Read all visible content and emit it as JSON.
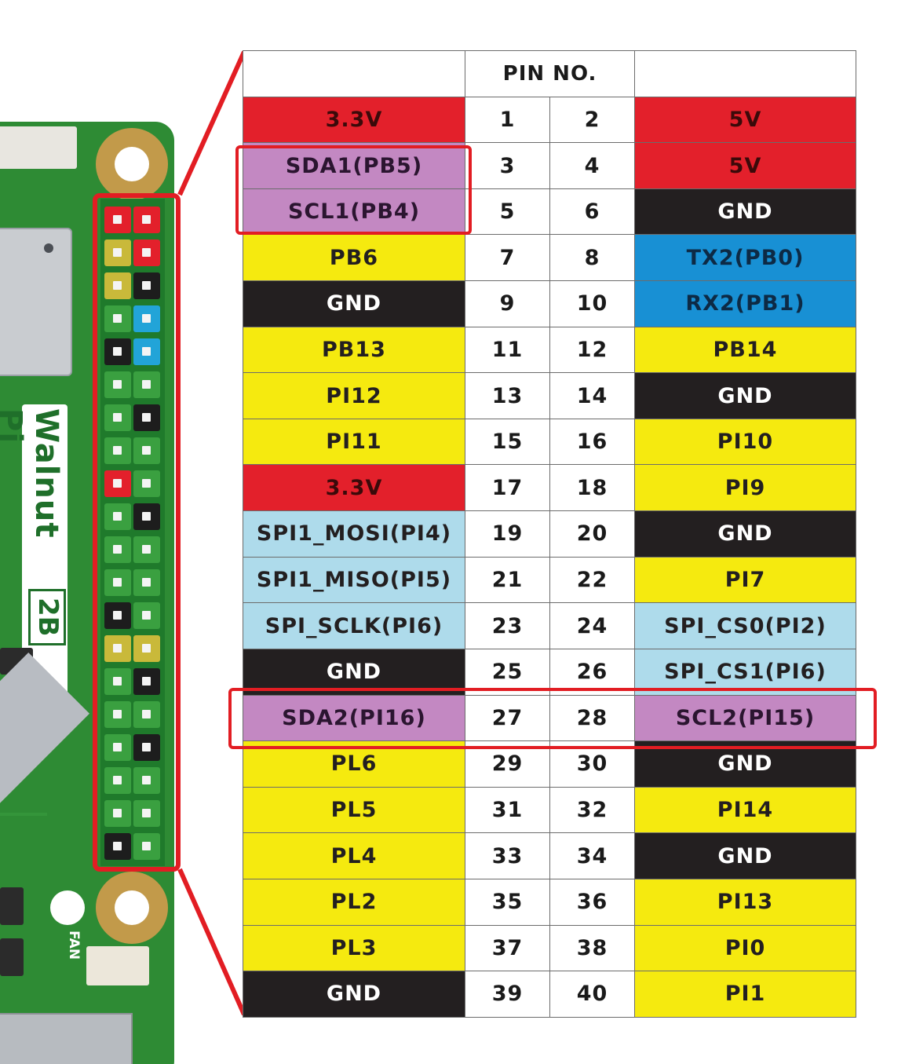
{
  "board": {
    "name": "Walnut Pi",
    "model": "2B",
    "fan_label": "FAN"
  },
  "colors": {
    "power_3v3": "#e3202b",
    "power_5v": "#e3202b",
    "i2c": "#c388c2",
    "ground": "#231f20",
    "gpio": "#f5ea0f",
    "uart": "#1890d4",
    "spi": "#aedbeb",
    "highlight": "#e21d23",
    "board_pcb": "#2e8b34"
  },
  "table": {
    "header_title": "PIN NO.",
    "rows": [
      {
        "left": "3.3V",
        "left_color": "red",
        "pin_left": "1",
        "pin_right": "2",
        "right": "5V",
        "right_color": "red"
      },
      {
        "left": "SDA1(PB5)",
        "left_color": "purple",
        "pin_left": "3",
        "pin_right": "4",
        "right": "5V",
        "right_color": "red"
      },
      {
        "left": "SCL1(PB4)",
        "left_color": "purple",
        "pin_left": "5",
        "pin_right": "6",
        "right": "GND",
        "right_color": "black"
      },
      {
        "left": "PB6",
        "left_color": "yellow",
        "pin_left": "7",
        "pin_right": "8",
        "right": "TX2(PB0)",
        "right_color": "blue"
      },
      {
        "left": "GND",
        "left_color": "black",
        "pin_left": "9",
        "pin_right": "10",
        "right": "RX2(PB1)",
        "right_color": "blue"
      },
      {
        "left": "PB13",
        "left_color": "yellow",
        "pin_left": "11",
        "pin_right": "12",
        "right": "PB14",
        "right_color": "yellow"
      },
      {
        "left": "PI12",
        "left_color": "yellow",
        "pin_left": "13",
        "pin_right": "14",
        "right": "GND",
        "right_color": "black"
      },
      {
        "left": "PI11",
        "left_color": "yellow",
        "pin_left": "15",
        "pin_right": "16",
        "right": "PI10",
        "right_color": "yellow"
      },
      {
        "left": "3.3V",
        "left_color": "red",
        "pin_left": "17",
        "pin_right": "18",
        "right": "PI9",
        "right_color": "yellow"
      },
      {
        "left": "SPI1_MOSI(PI4)",
        "left_color": "lightblue",
        "pin_left": "19",
        "pin_right": "20",
        "right": "GND",
        "right_color": "black"
      },
      {
        "left": "SPI1_MISO(PI5)",
        "left_color": "lightblue",
        "pin_left": "21",
        "pin_right": "22",
        "right": "PI7",
        "right_color": "yellow"
      },
      {
        "left": "SPI_SCLK(PI6)",
        "left_color": "lightblue",
        "pin_left": "23",
        "pin_right": "24",
        "right": "SPI_CS0(PI2)",
        "right_color": "lightblue"
      },
      {
        "left": "GND",
        "left_color": "black",
        "pin_left": "25",
        "pin_right": "26",
        "right": "SPI_CS1(PI6)",
        "right_color": "lightblue"
      },
      {
        "left": "SDA2(PI16)",
        "left_color": "purple",
        "pin_left": "27",
        "pin_right": "28",
        "right": "SCL2(PI15)",
        "right_color": "purple"
      },
      {
        "left": "PL6",
        "left_color": "yellow",
        "pin_left": "29",
        "pin_right": "30",
        "right": "GND",
        "right_color": "black"
      },
      {
        "left": "PL5",
        "left_color": "yellow",
        "pin_left": "31",
        "pin_right": "32",
        "right": "PI14",
        "right_color": "yellow"
      },
      {
        "left": "PL4",
        "left_color": "yellow",
        "pin_left": "33",
        "pin_right": "34",
        "right": "GND",
        "right_color": "black"
      },
      {
        "left": "PL2",
        "left_color": "yellow",
        "pin_left": "35",
        "pin_right": "36",
        "right": "PI13",
        "right_color": "yellow"
      },
      {
        "left": "PL3",
        "left_color": "yellow",
        "pin_left": "37",
        "pin_right": "38",
        "right": "PI0",
        "right_color": "yellow"
      },
      {
        "left": "GND",
        "left_color": "black",
        "pin_left": "39",
        "pin_right": "40",
        "right": "PI1",
        "right_color": "yellow"
      }
    ]
  }
}
